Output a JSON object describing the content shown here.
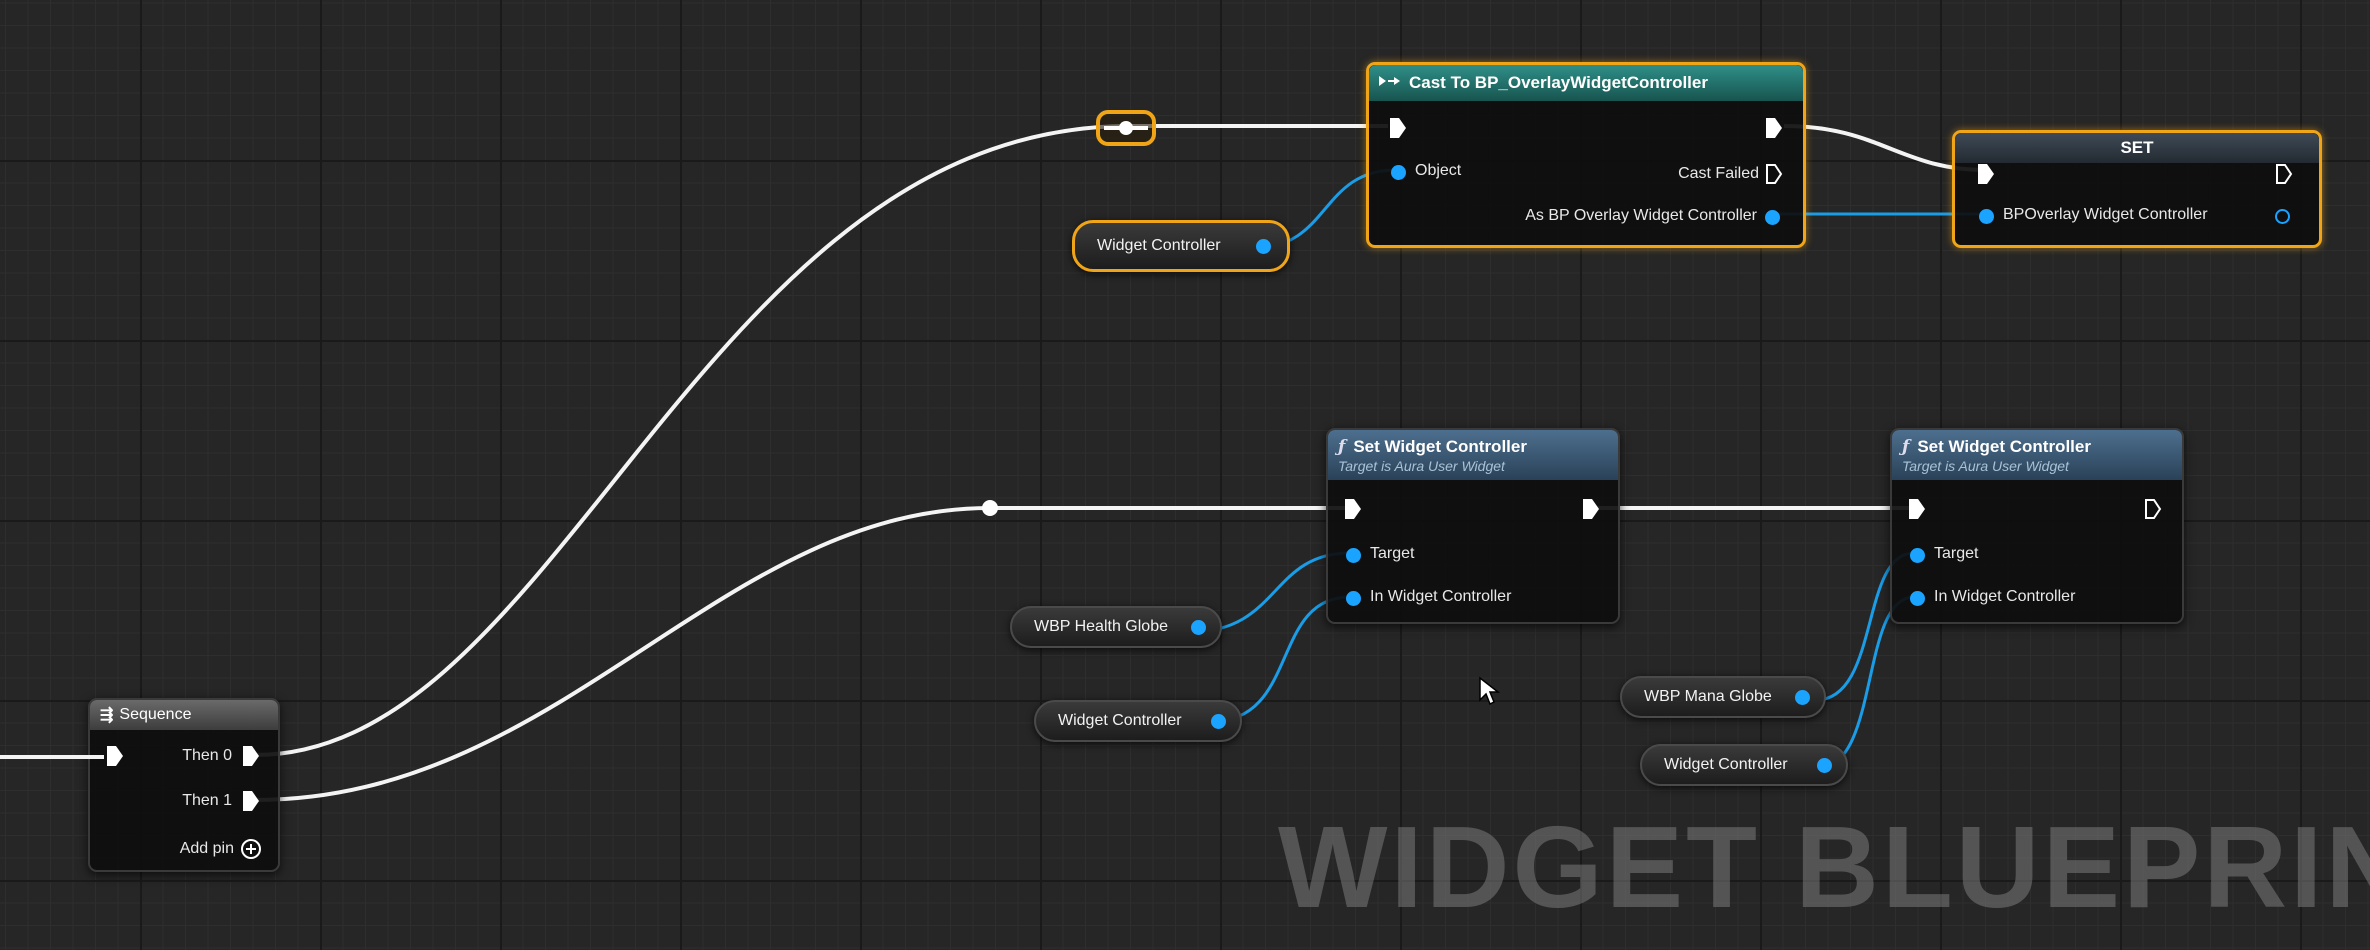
{
  "watermark": "WIDGET BLUEPRINT",
  "colors": {
    "exec": "#ffffff",
    "object_pin": "#1aa3ff",
    "selection": "#f0a418",
    "cast_header": "#2f8f88",
    "function_header": "#4d6f8e"
  },
  "nodes": {
    "cast": {
      "title": "Cast To BP_OverlayWidgetController",
      "icon": "cast-icon",
      "pins": {
        "object": "Object",
        "cast_failed": "Cast Failed",
        "as_output": "As BP Overlay Widget Controller"
      }
    },
    "set": {
      "title": "SET",
      "pin": "BPOverlay Widget Controller"
    },
    "set_widget_controller_1": {
      "title": "Set Widget Controller",
      "subtitle": "Target is Aura User Widget",
      "icon": "function-icon",
      "pins": {
        "target": "Target",
        "in_widget_controller": "In Widget Controller"
      }
    },
    "set_widget_controller_2": {
      "title": "Set Widget Controller",
      "subtitle": "Target is Aura User Widget",
      "icon": "function-icon",
      "pins": {
        "target": "Target",
        "in_widget_controller": "In Widget Controller"
      }
    },
    "sequence": {
      "title": "Sequence",
      "icon": "sequence-icon",
      "pins": {
        "then0": "Then 0",
        "then1": "Then 1",
        "add_pin": "Add pin"
      }
    }
  },
  "variables": {
    "widget_controller_top": "Widget Controller",
    "wbp_health_globe": "WBP Health Globe",
    "widget_controller_mid": "Widget Controller",
    "wbp_mana_globe": "WBP Mana Globe",
    "widget_controller_bottom": "Widget Controller"
  }
}
